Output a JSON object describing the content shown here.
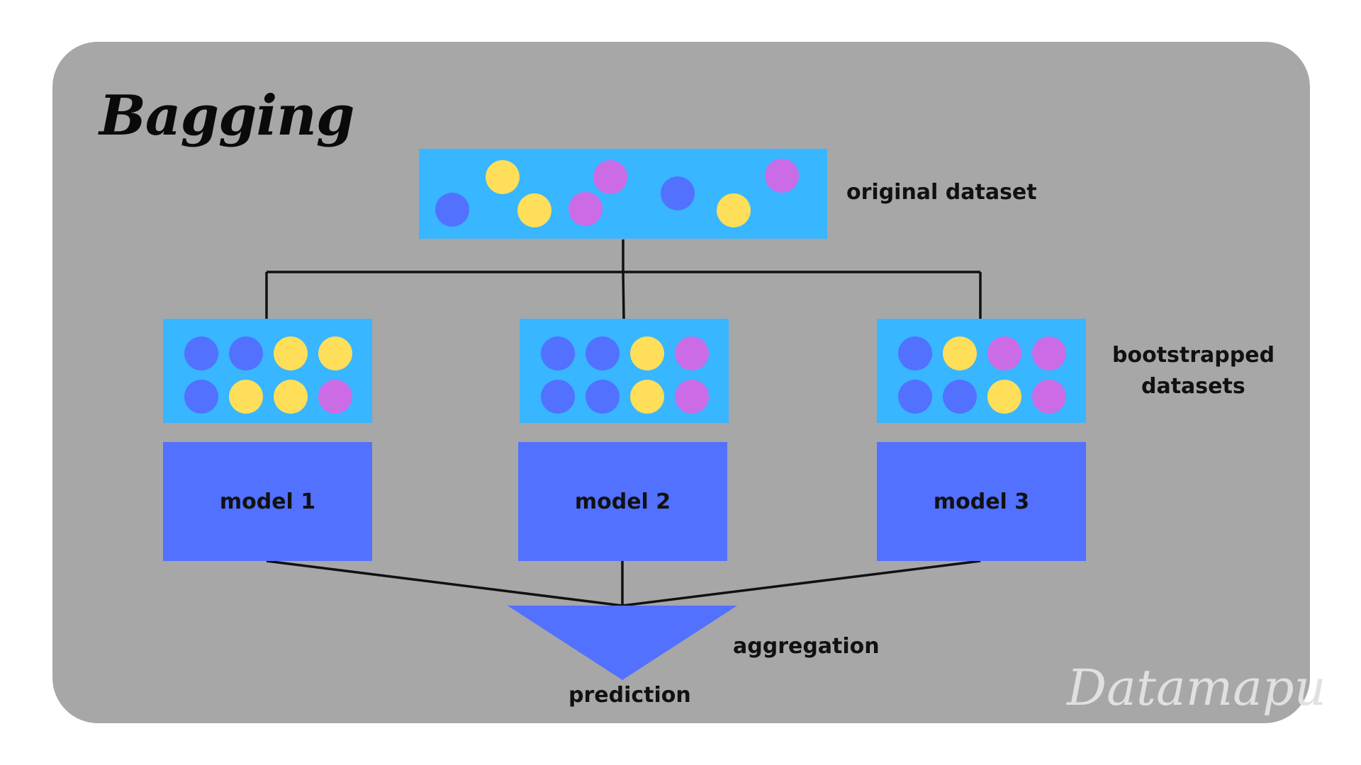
{
  "title": "Bagging",
  "labels": {
    "original": "original dataset",
    "bootstrapped_line1": "bootstrapped",
    "bootstrapped_line2": "datasets",
    "aggregation": "aggregation",
    "prediction": "prediction"
  },
  "watermark": "Datamapu",
  "colors": {
    "background_panel": "#a7a7a7",
    "dataset_box": "#38b6ff",
    "model_box": "#5271ff",
    "dot_blue": "#5271ff",
    "dot_yellow": "#ffde59",
    "dot_purple": "#cb6ce6"
  },
  "original_dataset": {
    "dots": [
      "blue",
      "yellow",
      "yellow",
      "purple",
      "purple",
      "blue",
      "yellow",
      "purple"
    ]
  },
  "models": [
    {
      "label": "model 1",
      "bootstrap_rows": [
        [
          "blue",
          "blue",
          "yellow",
          "yellow"
        ],
        [
          "blue",
          "yellow",
          "yellow",
          "purple"
        ]
      ]
    },
    {
      "label": "model 2",
      "bootstrap_rows": [
        [
          "blue",
          "blue",
          "yellow",
          "purple"
        ],
        [
          "blue",
          "blue",
          "yellow",
          "purple"
        ]
      ]
    },
    {
      "label": "model 3",
      "bootstrap_rows": [
        [
          "blue",
          "yellow",
          "purple",
          "purple"
        ],
        [
          "blue",
          "blue",
          "yellow",
          "purple"
        ]
      ]
    }
  ]
}
